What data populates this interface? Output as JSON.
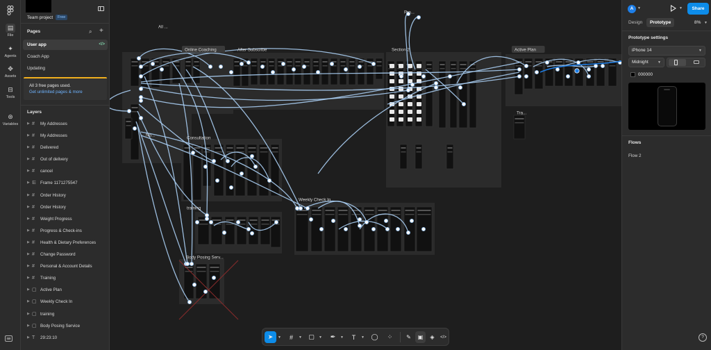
{
  "rail": {
    "items": [
      {
        "label": "File",
        "icon": "file-icon"
      },
      {
        "label": "Agents",
        "icon": "sparkle-icon"
      },
      {
        "label": "Assets",
        "icon": "assets-icon"
      },
      {
        "label": "Tools",
        "icon": "toolbox-icon"
      },
      {
        "label": "Variables",
        "icon": "variables-icon"
      }
    ]
  },
  "team": {
    "name": "Team project",
    "badge": "Free"
  },
  "pages": {
    "title": "Pages",
    "items": [
      {
        "label": "User app",
        "selected": true
      },
      {
        "label": "Coach App",
        "selected": false
      },
      {
        "label": "Updating",
        "selected": false
      }
    ],
    "code_glyph": "</>"
  },
  "promo": {
    "line1": "All 3 free pages used.",
    "line2": "Get unlimited pages & more",
    "accent": "#f2b01e"
  },
  "layers": {
    "title": "Layers",
    "items": [
      {
        "label": "My Addresses",
        "icon": "#"
      },
      {
        "label": "My Addresses",
        "icon": "#"
      },
      {
        "label": "Delivered",
        "icon": "#"
      },
      {
        "label": "Out of delivery",
        "icon": "#"
      },
      {
        "label": "cancel",
        "icon": "#"
      },
      {
        "label": "Frame 1171275547",
        "icon": "⋿"
      },
      {
        "label": "Order History",
        "icon": "#"
      },
      {
        "label": "Order History",
        "icon": "#"
      },
      {
        "label": "Weight Progress",
        "icon": "#"
      },
      {
        "label": "Progress & Check-ins",
        "icon": "#"
      },
      {
        "label": "Health & Dietary Preferences",
        "icon": "#"
      },
      {
        "label": "Change Password",
        "icon": "#"
      },
      {
        "label": "Personal & Account Details",
        "icon": "#"
      },
      {
        "label": "Training",
        "icon": "#"
      },
      {
        "label": "Active Plan",
        "icon": "▢"
      },
      {
        "label": "Weekly Check In",
        "icon": "▢"
      },
      {
        "label": "training",
        "icon": "▢"
      },
      {
        "label": "Body Posing Service",
        "icon": "▢"
      },
      {
        "label": "29:23:10",
        "icon": "T"
      }
    ]
  },
  "canvas": {
    "section_labels": [
      {
        "text": "Online Coaching",
        "tag": true
      },
      {
        "text": "After Subscribe",
        "tag": false
      },
      {
        "text": "Section 2",
        "tag": false
      },
      {
        "text": "Active Plan",
        "tag": true
      },
      {
        "text": "Consultation",
        "tag": false
      },
      {
        "text": "training",
        "tag": false
      },
      {
        "text": "Weekly Check In",
        "tag": false
      },
      {
        "text": "Body Posing Serv...",
        "tag": false
      },
      {
        "text": "All ...",
        "tag": false
      },
      {
        "text": "Pro...",
        "tag": false
      },
      {
        "text": "Tra...",
        "tag": false
      },
      {
        "text": "No...",
        "tag": false
      }
    ],
    "connector_color": "#a8cdf2"
  },
  "right": {
    "avatar_letter": "A",
    "share_label": "Share",
    "tabs": [
      {
        "label": "Design"
      },
      {
        "label": "Prototype"
      }
    ],
    "zoom": "8%",
    "proto_title": "Prototype settings",
    "device": "iPhone 14",
    "color": "Midnight",
    "bg_hex": "000000",
    "flows_title": "Flows",
    "flow_item": "Flow 2"
  },
  "toolbar": {
    "tools": [
      {
        "name": "move-tool",
        "glyph": "➤"
      },
      {
        "name": "frame-tool",
        "glyph": "#"
      },
      {
        "name": "shape-tool",
        "glyph": "▢"
      },
      {
        "name": "pen-tool",
        "glyph": "✒"
      },
      {
        "name": "text-tool",
        "glyph": "T"
      },
      {
        "name": "comment-tool",
        "glyph": "◯"
      },
      {
        "name": "actions-tool",
        "glyph": "⁘"
      },
      {
        "name": "draw-toggle",
        "glyph": "✎"
      },
      {
        "name": "design-toggle",
        "glyph": "▣"
      },
      {
        "name": "prototype-toggle",
        "glyph": "◈"
      },
      {
        "name": "dev-mode-toggle",
        "glyph": "</>"
      }
    ]
  }
}
